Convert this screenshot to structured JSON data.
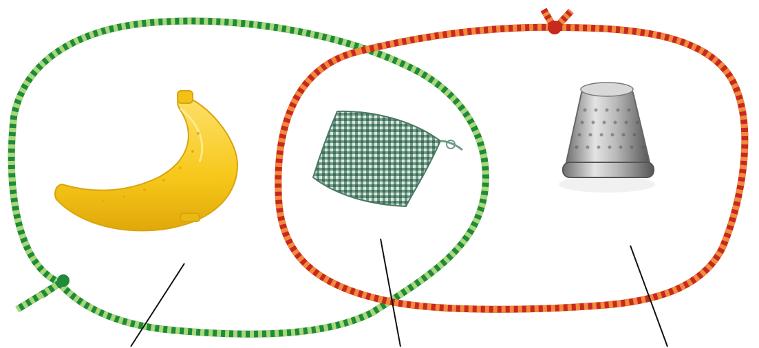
{
  "colors": {
    "background": "#ffffff",
    "green_rope_dark": "#1e8a3a",
    "green_rope_light": "#a8d878",
    "red_rope_dark": "#c8281e",
    "red_rope_light": "#f08a3c",
    "pointer_line": "#111111",
    "banana_fill": "#f7c81a",
    "banana_shade": "#e0a80a",
    "cloth_fill": "#6f9a86",
    "cloth_check": "#dce8e0",
    "thimble_fill": "#b8b8b8",
    "thimble_shade": "#6e6e6e"
  },
  "regions": [
    {
      "id": "green-only",
      "label": ""
    },
    {
      "id": "overlap",
      "label": ""
    },
    {
      "id": "red-only",
      "label": ""
    }
  ],
  "items": [
    {
      "icon": "banana-case-icon",
      "region": "green-only"
    },
    {
      "icon": "checked-cloth-icon",
      "region": "overlap"
    },
    {
      "icon": "thimble-icon",
      "region": "red-only"
    }
  ]
}
